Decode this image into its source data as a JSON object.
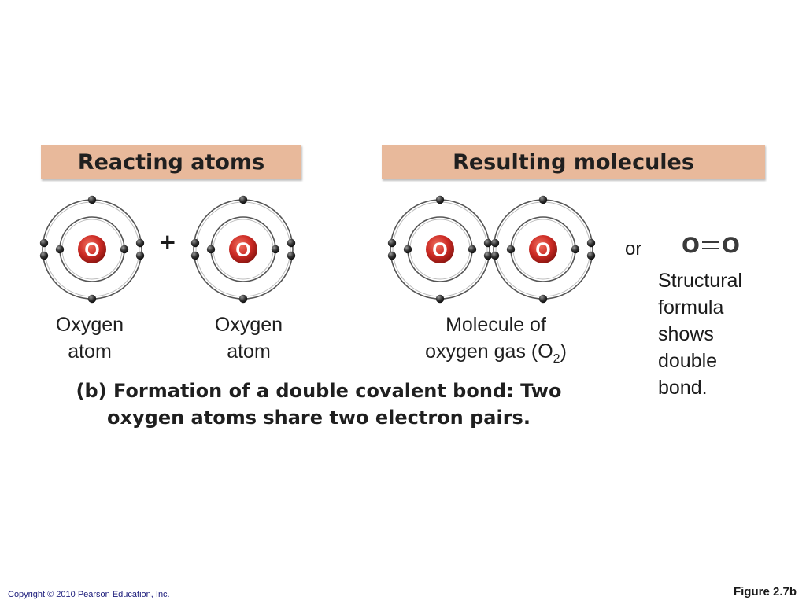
{
  "headers": {
    "left": "Reacting atoms",
    "right": "Resulting molecules"
  },
  "atom_symbol": "O",
  "plus": "+",
  "labels": {
    "atom1": [
      "Oxygen",
      "atom"
    ],
    "atom2": [
      "Oxygen",
      "atom"
    ],
    "molecule_line1": "Molecule of",
    "molecule_line2_prefix": "oxygen gas (O",
    "molecule_subscript": "2",
    "molecule_line2_suffix": ")"
  },
  "or": "or",
  "structural_formula": {
    "left": "O",
    "right": "O"
  },
  "note": [
    "Structural",
    "formula",
    "shows",
    "double",
    "bond."
  ],
  "caption": [
    "(b) Formation of a double covalent bond: Two",
    "oxygen atoms share two electron pairs."
  ],
  "copyright": "Copyright © 2010 Pearson Education, Inc.",
  "figure": "Figure 2.7b",
  "colors": {
    "header_bg": "#e8b99b",
    "nucleus": "#cc2a24",
    "electron": "#2b2b2b"
  }
}
